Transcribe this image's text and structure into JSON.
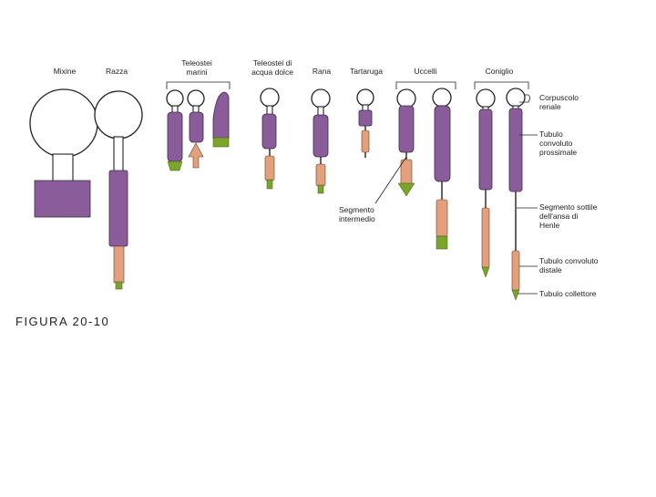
{
  "colors": {
    "purple": "#8a5c9a",
    "orange": "#e3a07c",
    "green": "#7aa52a"
  },
  "species": {
    "mixine": "Mixine",
    "razza": "Razza",
    "teleostei_marini_1": "Teleostei",
    "teleostei_marini_2": "marini",
    "teleostei_dolce_1": "Teleostei di",
    "teleostei_dolce_2": "acqua dolce",
    "rana": "Rana",
    "tartaruga": "Tartaruga",
    "uccelli": "Uccelli",
    "coniglio": "Coniglio"
  },
  "labels": {
    "corpuscolo_1": "Corpuscolo",
    "corpuscolo_2": "renale",
    "tubulo_prox_1": "Tubulo",
    "tubulo_prox_2": "convoluto",
    "tubulo_prox_3": "prossimale",
    "segmento_sottile_1": "Segmento sottile",
    "segmento_sottile_2": "dell'ansa di",
    "segmento_sottile_3": "Henle",
    "tubulo_distale_1": "Tubulo convoluto",
    "tubulo_distale_2": "distale",
    "tubulo_collettore": "Tubulo collettore",
    "segmento_intermedio_1": "Segmento",
    "segmento_intermedio_2": "intermedio"
  },
  "figure_caption": "FIGURA 20-10",
  "icons": {
    "bracket": "bracket-icon",
    "arrow": "arrow-up-icon"
  }
}
